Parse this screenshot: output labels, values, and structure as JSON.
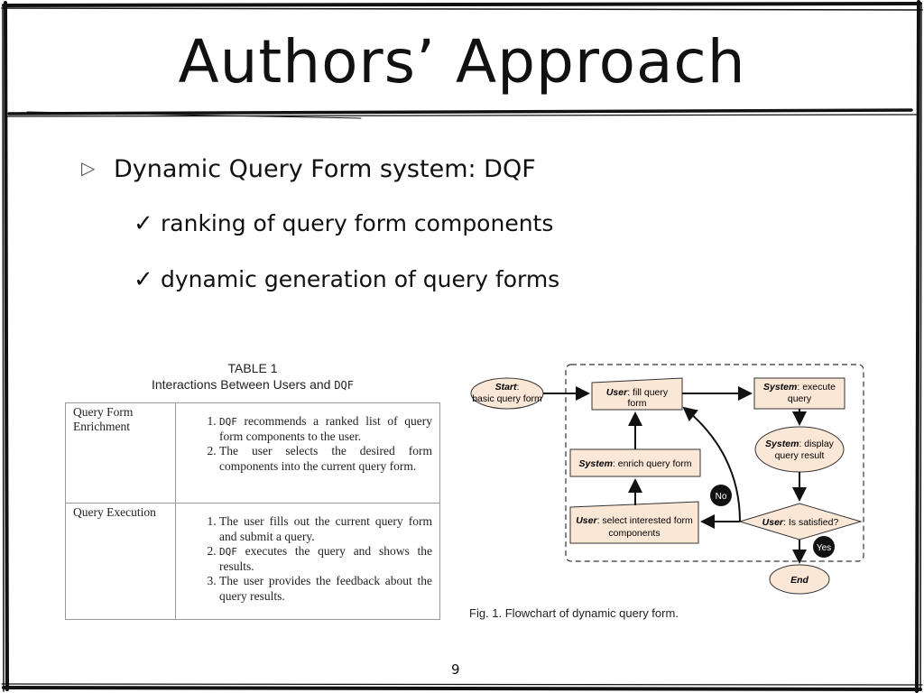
{
  "slide": {
    "title": "Authors’ Approach",
    "bullet": "Dynamic Query Form system: DQF",
    "subbullets": [
      "ranking of query form components",
      "dynamic generation of query forms"
    ],
    "page_number": "9"
  },
  "table": {
    "caption_line1": "TABLE 1",
    "caption_line2_prefix": "Interactions Between Users and ",
    "caption_line2_mono": "DQF",
    "rows": [
      {
        "label": "Query Form Enrichment",
        "items": [
          {
            "mono": "DQF",
            "text": " recommends a ranked list of query form components to the user."
          },
          {
            "mono": "",
            "text": "The user selects the desired form components into the current query form."
          }
        ]
      },
      {
        "label": "Query Execution",
        "items": [
          {
            "mono": "",
            "text": "The user fills out the current query form and submit a query."
          },
          {
            "mono": "DQF",
            "text": " executes the query and shows the results."
          },
          {
            "mono": "",
            "text": "The user provides the feedback about the query results."
          }
        ]
      }
    ]
  },
  "flowchart": {
    "start_bold": "Start",
    "start_rest": ":",
    "start_line2": "basic query form",
    "fill_bold": "User",
    "fill_rest": ": fill query",
    "fill_line2": "form",
    "exec_bold": "System",
    "exec_rest": ": execute",
    "exec_line2": "query",
    "display_bold": "System",
    "display_rest": ": display",
    "display_line2": "query result",
    "enrich_bold": "System",
    "enrich_rest": ": enrich query form",
    "select_bold": "User",
    "select_rest": ": select interested form",
    "select_line2": "components",
    "satisfied_bold": "User",
    "satisfied_rest": ": Is satisfied?",
    "no_label": "No",
    "yes_label": "Yes",
    "end_label": "End",
    "caption": "Fig. 1. Flowchart of dynamic query form.",
    "box_fill": "#fbe7d6"
  }
}
